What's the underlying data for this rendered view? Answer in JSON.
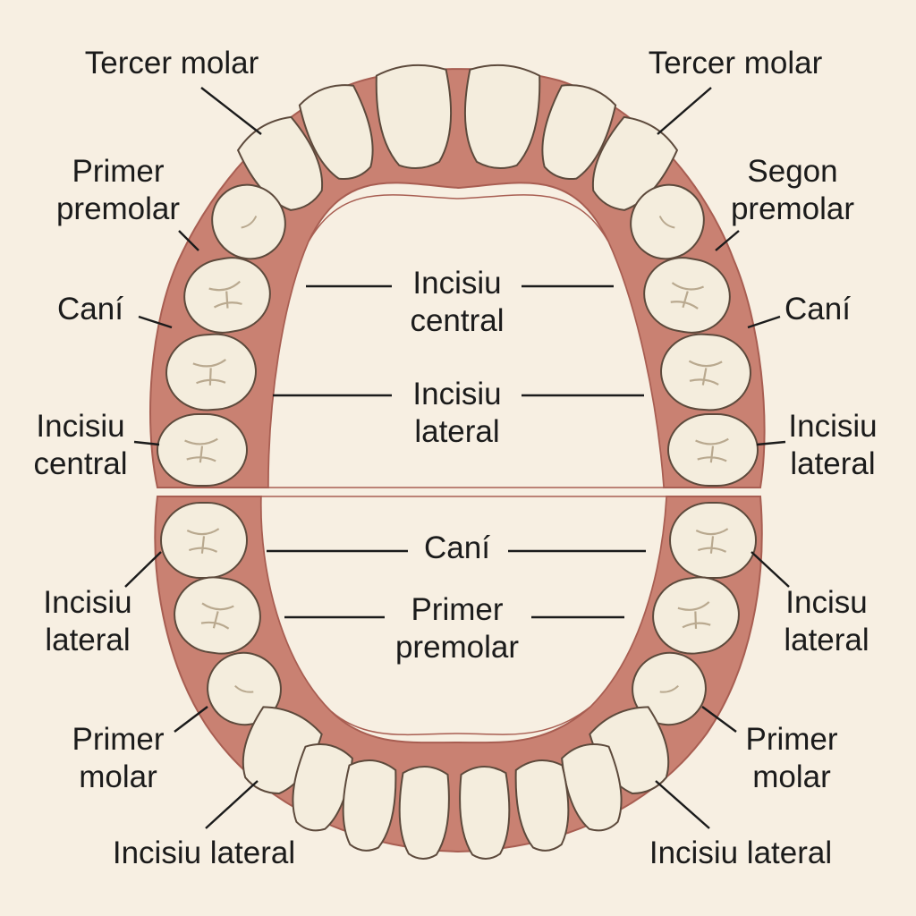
{
  "colors": {
    "background": "#f7efe2",
    "gum": "#c98172",
    "gum_dark": "#a85e52",
    "tooth": "#f4eddd",
    "tooth_outline": "#5d4a3c",
    "leader": "#1b1b1b"
  },
  "labels": {
    "upper_left_third_molar": "Tercer molar",
    "upper_right_third_molar": "Tercer molar",
    "upper_left_first_premolar": "Primer\npremolar",
    "upper_right_second_premolar": "Segon\npremolar",
    "upper_left_canine": "Caní",
    "upper_right_canine": "Caní",
    "upper_left_central_incisor": "Incisiu\ncentral",
    "upper_right_lateral_incisor": "Incisiu\nlateral",
    "center_central_incisor": "Incisiu\ncentral",
    "center_lateral_incisor": "Incisiu\nlateral",
    "center_canine": "Caní",
    "center_first_premolar": "Primer\npremolar",
    "lower_left_lateral_incisor": "Incisiu\nlateral",
    "lower_right_lateral_incisor": "Incisu\nlateral",
    "lower_left_first_molar": "Primer\nmolar",
    "lower_right_first_molar": "Primer\nmolar",
    "bottom_left_lateral_incisor": "Incisiu lateral",
    "bottom_right_lateral_incisor": "Incisiu lateral"
  }
}
